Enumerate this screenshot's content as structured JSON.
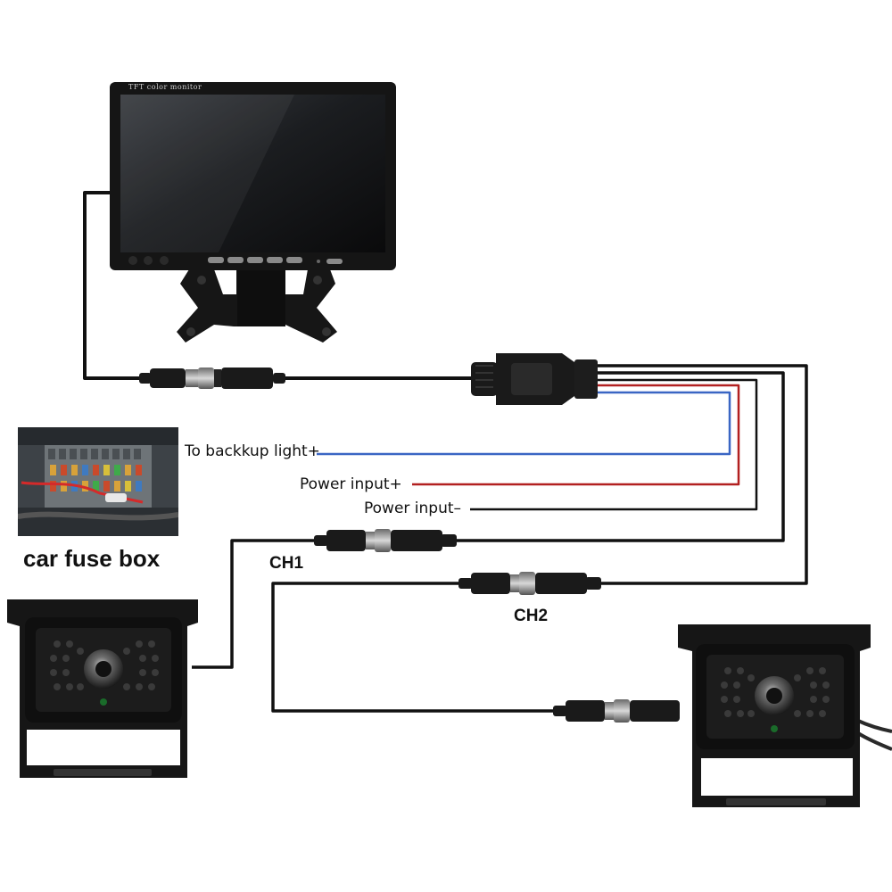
{
  "monitor": {
    "brand_text": "TFT color monitor"
  },
  "wires": {
    "backup_light": "To backkup light+",
    "power_positive": "Power input+",
    "power_negative": "Power input–"
  },
  "channels": {
    "ch1": "CH1",
    "ch2": "CH2"
  },
  "fuse_box": {
    "caption": "car fuse box"
  },
  "colors": {
    "blue_wire": "#3a66c4",
    "red_wire": "#b22020",
    "black_wire": "#111111",
    "device_black": "#161616"
  }
}
